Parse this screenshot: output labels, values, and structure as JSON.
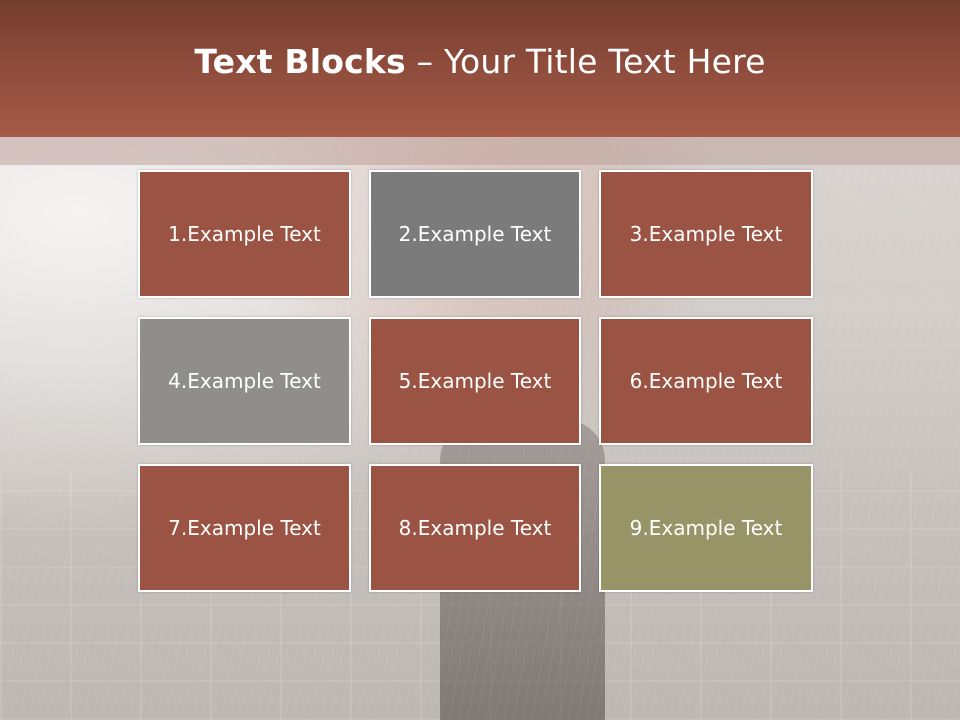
{
  "slide": {
    "title_bold": "Text Blocks",
    "title_dash": " – ",
    "title_rest": "Your Title Text Here"
  },
  "blocks": [
    {
      "label": "1.Example Text",
      "color": "#9b5443"
    },
    {
      "label": "2.Example Text",
      "color": "#7c7b7b"
    },
    {
      "label": "3.Example Text",
      "color": "#9b5443"
    },
    {
      "label": "4.Example Text",
      "color": "#8f8e8d"
    },
    {
      "label": "5.Example Text",
      "color": "#9b5443"
    },
    {
      "label": "6.Example Text",
      "color": "#9b5443"
    },
    {
      "label": "7.Example Text",
      "color": "#9b5443"
    },
    {
      "label": "8.Example Text",
      "color": "#9b5443"
    },
    {
      "label": "9.Example Text",
      "color": "#979468"
    }
  ],
  "theme": {
    "header_color": "#a65b48",
    "background_image": "person-in-rain-photo"
  }
}
